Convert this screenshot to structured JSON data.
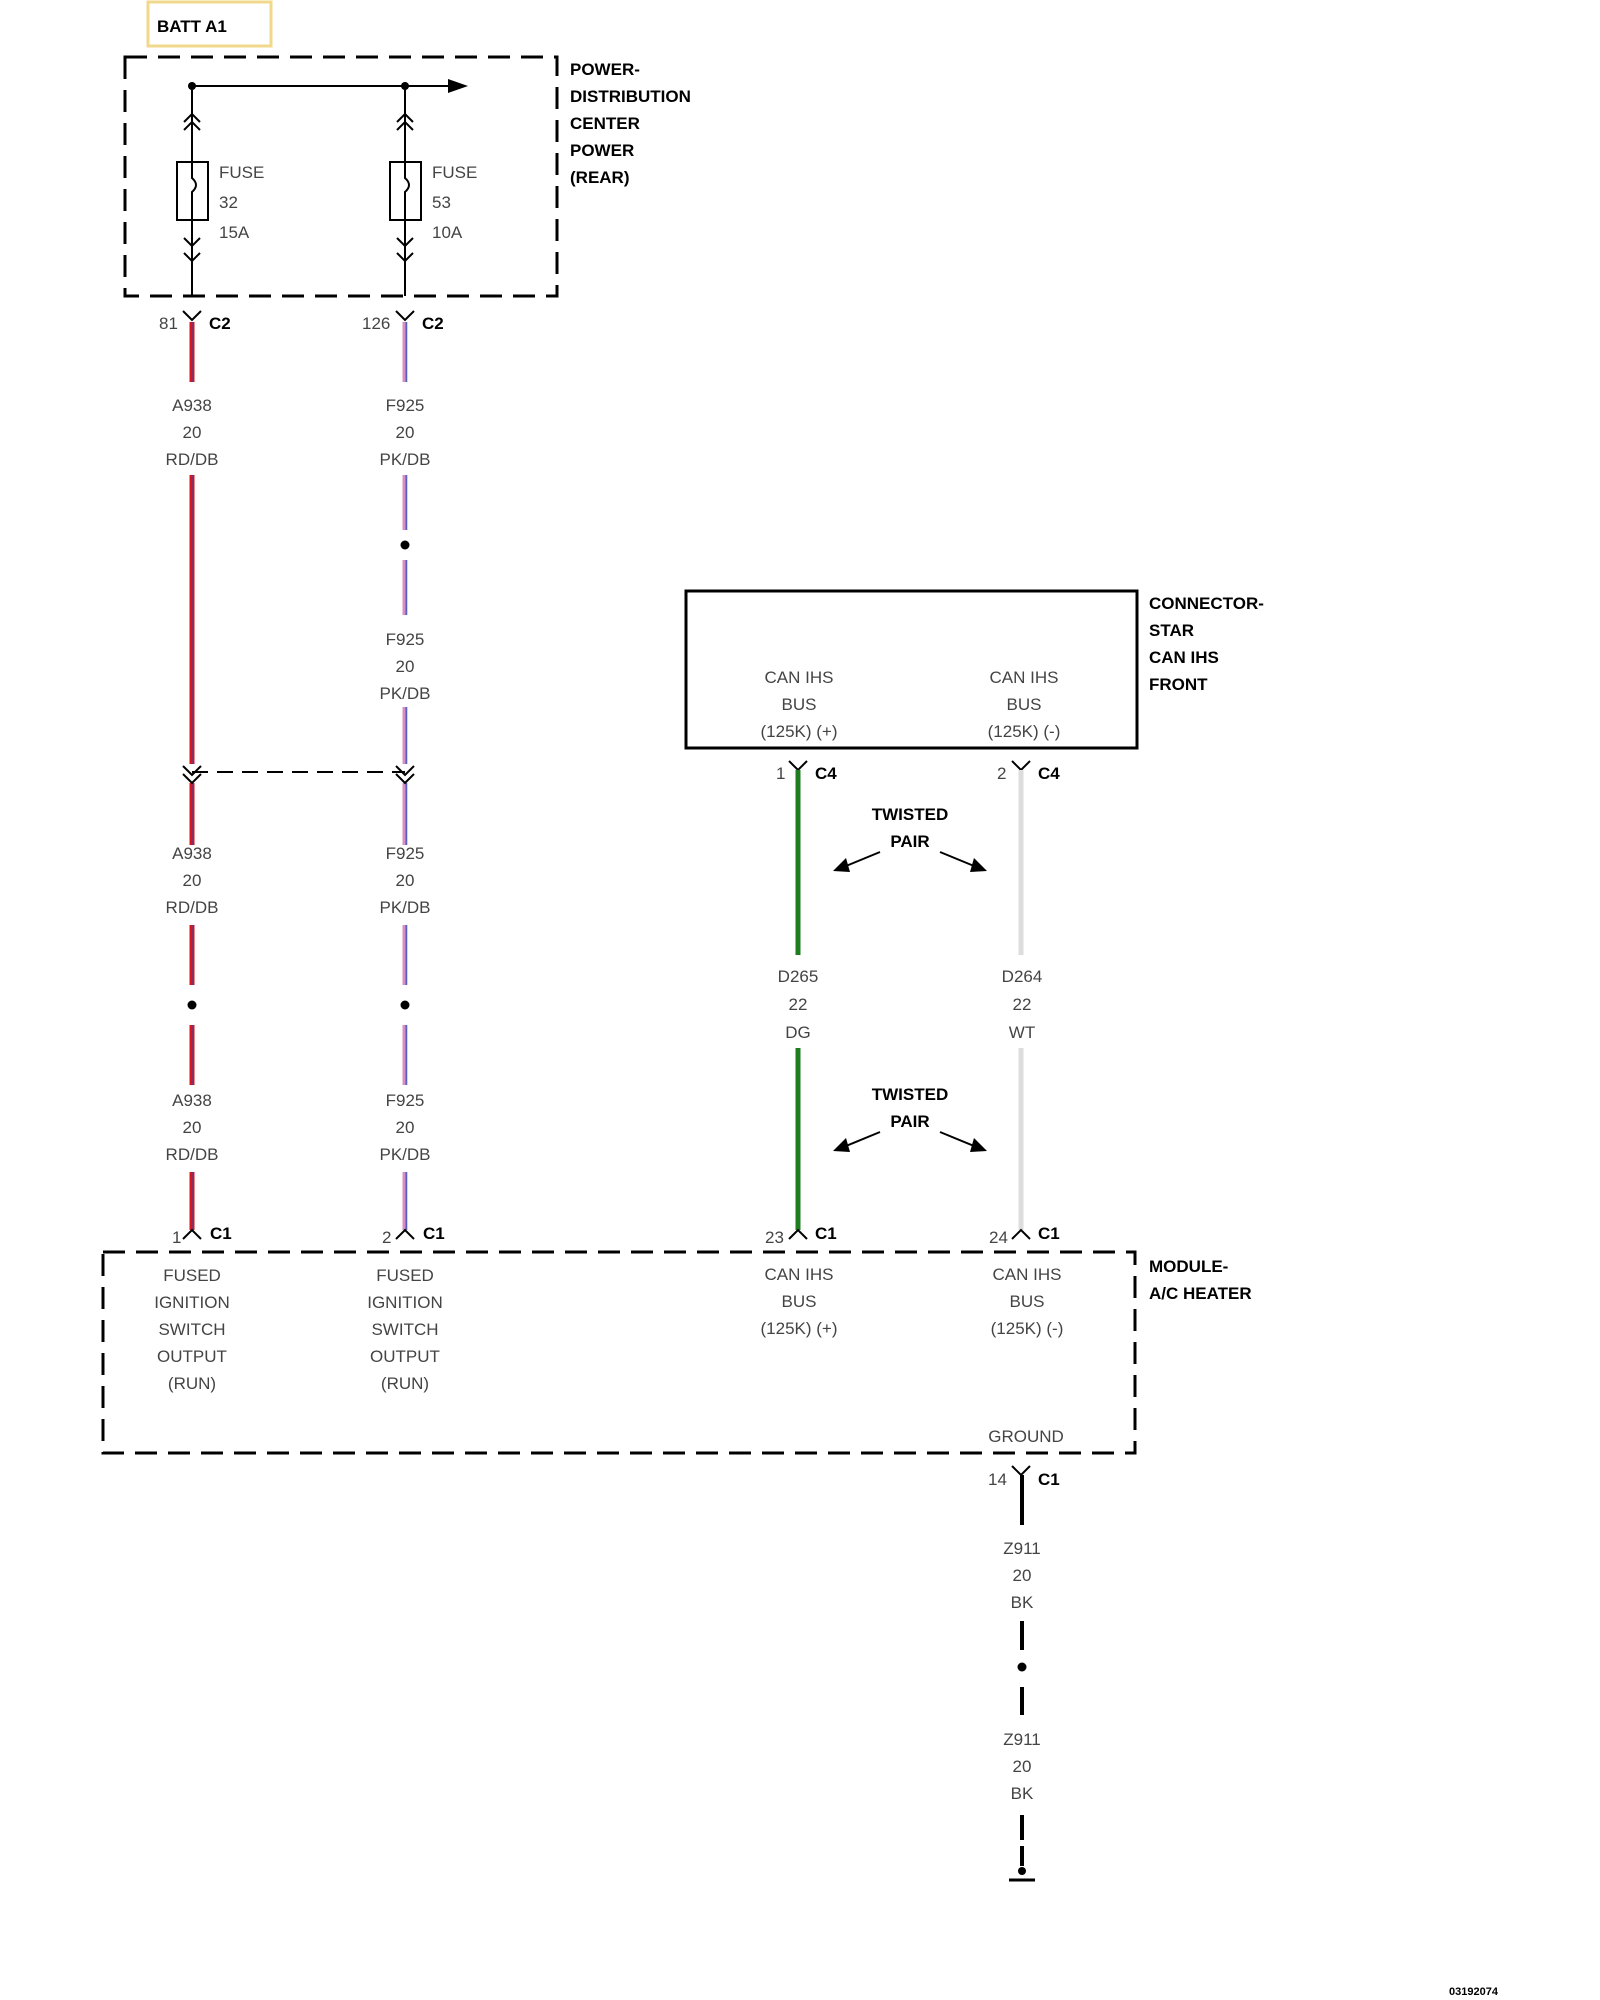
{
  "batt": {
    "label": "BATT A1",
    "frame_color": "#f2d88a"
  },
  "pdc": {
    "name_lines": [
      "POWER-",
      "DISTRIBUTION",
      "CENTER",
      "POWER",
      "(REAR)"
    ]
  },
  "fuses": [
    {
      "word": "FUSE",
      "number": "32",
      "rating": "15A"
    },
    {
      "word": "FUSE",
      "number": "53",
      "rating": "10A"
    }
  ],
  "pdc_pins": [
    {
      "pin": "81",
      "connector": "C2"
    },
    {
      "pin": "126",
      "connector": "C2"
    }
  ],
  "wires": {
    "a938": {
      "circuit": "A938",
      "gauge": "20",
      "color": "RD/DB",
      "colors": [
        "#d8141e",
        "#3a48a8"
      ]
    },
    "f925": {
      "circuit": "F925",
      "gauge": "20",
      "color": "PK/DB",
      "colors": [
        "#d98fc6",
        "#4a5ab8"
      ]
    },
    "d265": {
      "circuit": "D265",
      "gauge": "22",
      "color": "DG",
      "colors": [
        "#1f7d1f"
      ]
    },
    "d264": {
      "circuit": "D264",
      "gauge": "22",
      "color": "WT",
      "colors": [
        "#dddddd"
      ]
    },
    "z911": {
      "circuit": "Z911",
      "gauge": "20",
      "color": "BK",
      "colors": [
        "#000000"
      ]
    }
  },
  "star_connector": {
    "name_lines": [
      "CONNECTOR-",
      "STAR",
      "CAN IHS",
      "FRONT"
    ],
    "pins": [
      {
        "lines": [
          "CAN IHS",
          "BUS",
          "(125K) (+)"
        ],
        "pin": "1",
        "connector": "C4"
      },
      {
        "lines": [
          "CAN IHS",
          "BUS",
          "(125K) (-)"
        ],
        "pin": "2",
        "connector": "C4"
      }
    ]
  },
  "twisted_pair": {
    "line1": "TWISTED",
    "line2": "PAIR"
  },
  "module": {
    "name_lines": [
      "MODULE-",
      "A/C HEATER"
    ],
    "pins": [
      {
        "pin": "1",
        "connector": "C1",
        "lines": [
          "FUSED",
          "IGNITION",
          "SWITCH",
          "OUTPUT",
          "(RUN)"
        ]
      },
      {
        "pin": "2",
        "connector": "C1",
        "lines": [
          "FUSED",
          "IGNITION",
          "SWITCH",
          "OUTPUT",
          "(RUN)"
        ]
      },
      {
        "pin": "23",
        "connector": "C1",
        "lines": [
          "CAN IHS",
          "BUS",
          "(125K) (+)"
        ]
      },
      {
        "pin": "24",
        "connector": "C1",
        "lines": [
          "CAN IHS",
          "BUS",
          "(125K) (-)"
        ]
      }
    ],
    "ground": {
      "label": "GROUND",
      "pin": "14",
      "connector": "C1"
    }
  },
  "figure_id": "03192074"
}
